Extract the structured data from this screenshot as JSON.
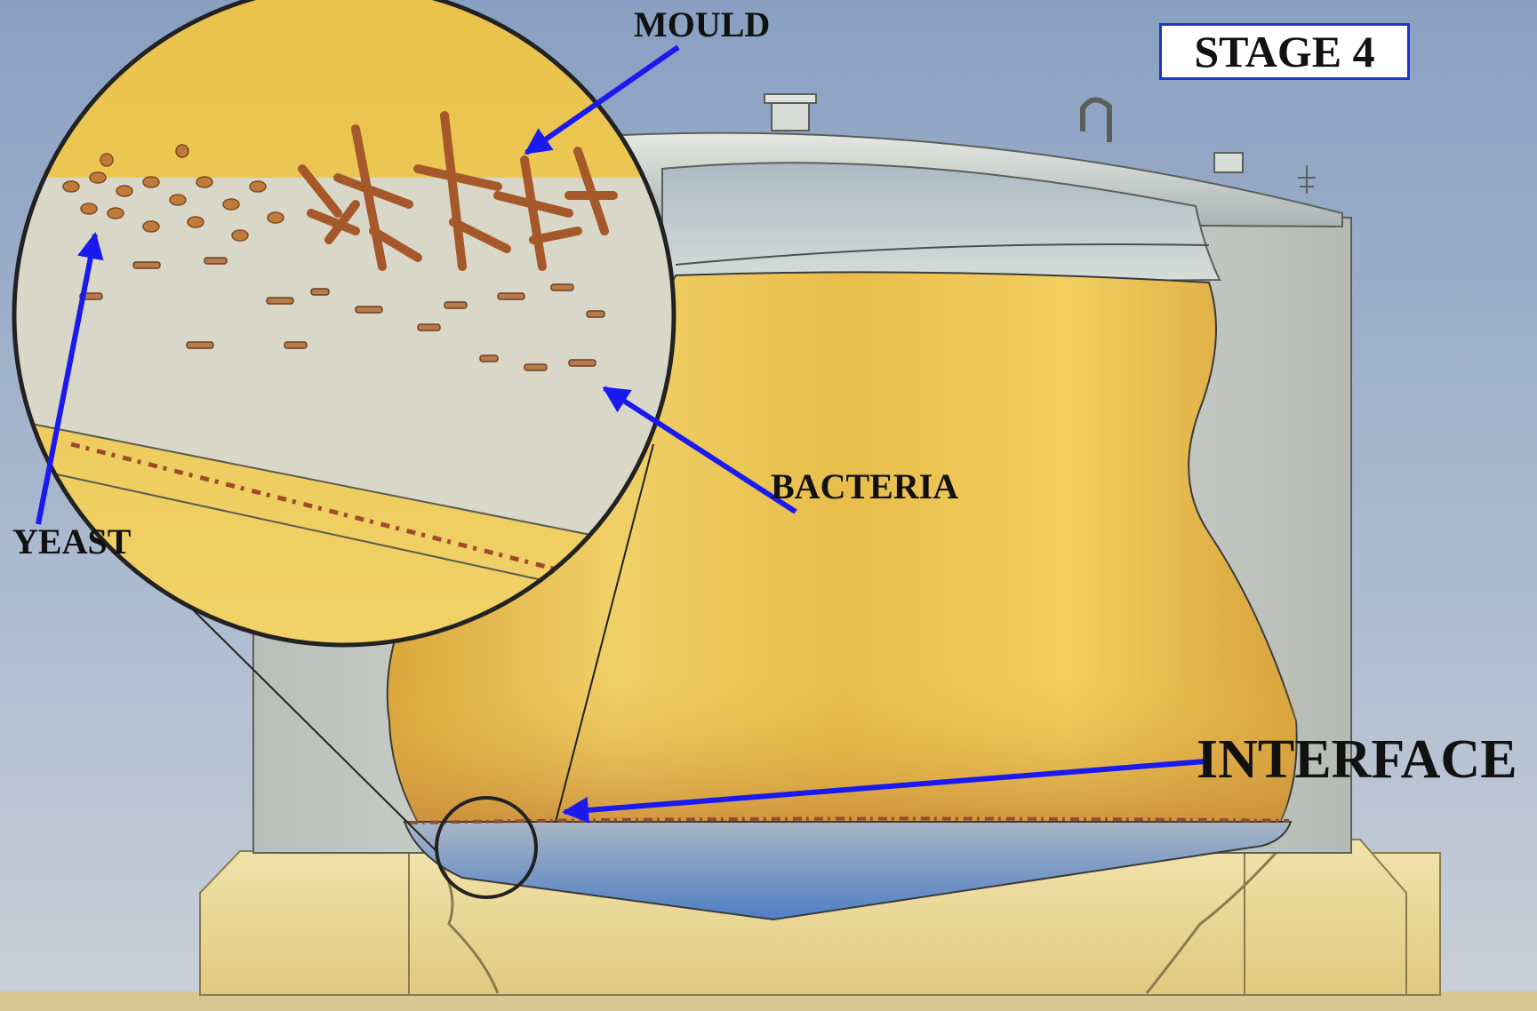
{
  "diagram": {
    "stage_label": "STAGE 4",
    "labels": {
      "mould": "MOULD",
      "yeast": "YEAST",
      "bacteria": "BACTERIA",
      "interface": "INTERFACE"
    },
    "colors": {
      "sky": "#9fb0c8",
      "fuel": "#e8bf4a",
      "water": "#7f9ec4",
      "tank_wall": "#d3d6cf",
      "arrow": "#1a1af0",
      "outline": "#1e1e1e",
      "foundation": "#ead89a",
      "stage_border": "#1a35c9"
    }
  }
}
